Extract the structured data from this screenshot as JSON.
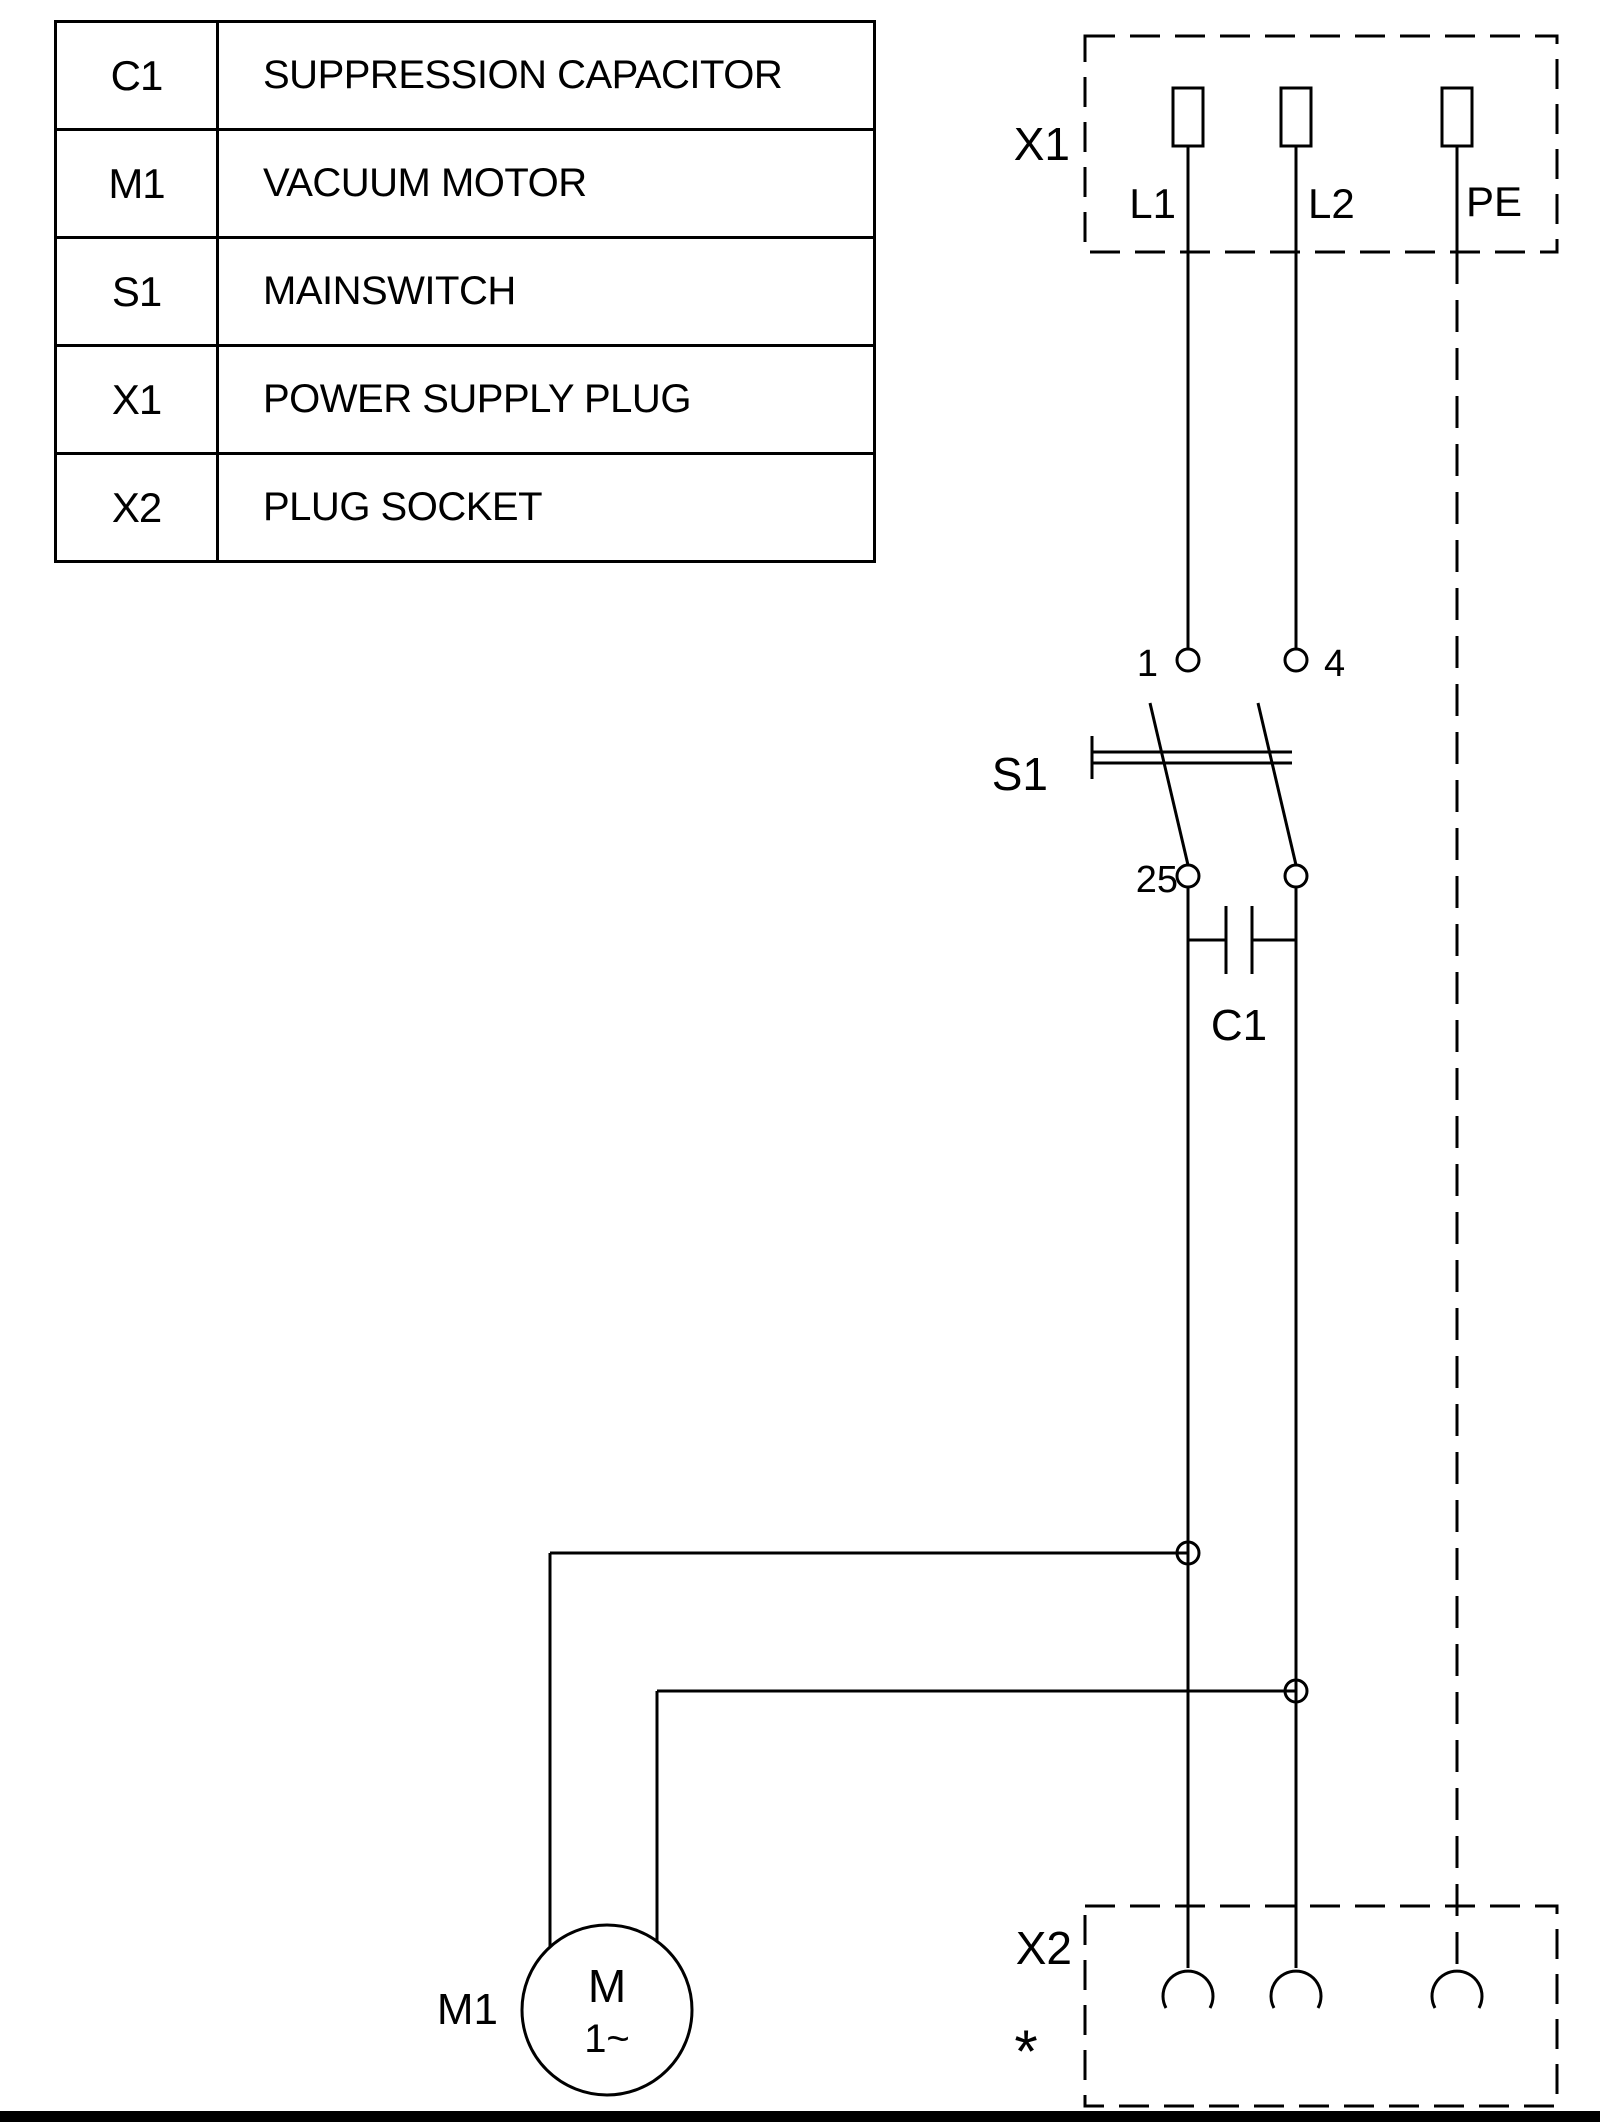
{
  "legend": {
    "rows": [
      {
        "code": "C1",
        "desc": "SUPPRESSION CAPACITOR"
      },
      {
        "code": "M1",
        "desc": "VACUUM MOTOR"
      },
      {
        "code": "S1",
        "desc": "MAINSWITCH"
      },
      {
        "code": "X1",
        "desc": "POWER SUPPLY PLUG"
      },
      {
        "code": "X2",
        "desc": "PLUG SOCKET"
      }
    ]
  },
  "diagram": {
    "plug_x1": {
      "label": "X1",
      "terminals": [
        "L1",
        "L2",
        "PE"
      ]
    },
    "switch_s1": {
      "label": "S1",
      "pin_top_left": "1",
      "pin_top_right": "4",
      "pin_bottom_left": "25"
    },
    "capacitor_c1": {
      "label": "C1"
    },
    "socket_x2": {
      "label": "X2",
      "note": "*"
    },
    "motor_m1": {
      "label": "M1",
      "symbol_letter": "M",
      "symbol_phase": "1~"
    }
  },
  "colors": {
    "line": "#000000",
    "background": "#ffffff"
  }
}
